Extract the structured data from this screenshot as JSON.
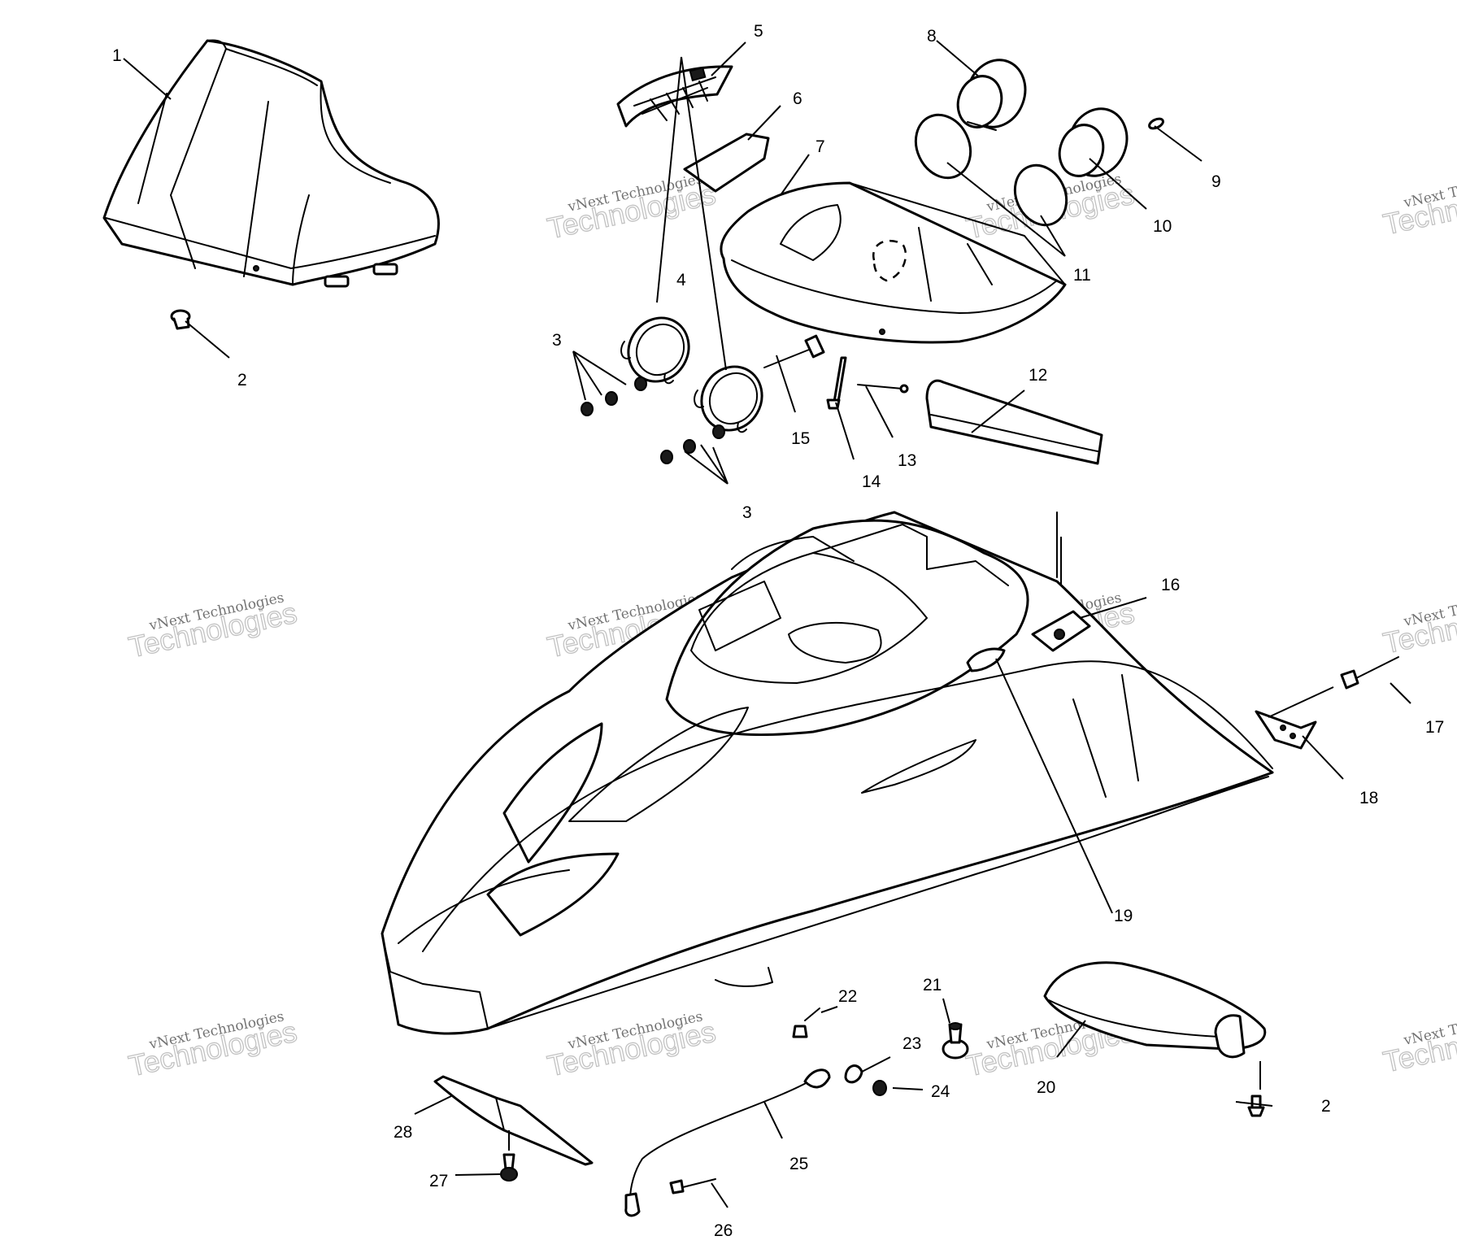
{
  "watermark": {
    "line1": "vNext Technologies",
    "line2": "Technologies",
    "ghost": "vNext"
  },
  "callouts": {
    "c1": "1",
    "c2a": "2",
    "c2b": "2",
    "c3a": "3",
    "c3b": "3",
    "c4": "4",
    "c5": "5",
    "c6": "6",
    "c7": "7",
    "c8": "8",
    "c9": "9",
    "c10": "10",
    "c11": "11",
    "c12": "12",
    "c13": "13",
    "c14": "14",
    "c15": "15",
    "c16": "16",
    "c17": "17",
    "c18": "18",
    "c19": "19",
    "c20": "20",
    "c21": "21",
    "c22": "22",
    "c23": "23",
    "c24": "24",
    "c25": "25",
    "c26": "26",
    "c27": "27",
    "c28": "28"
  }
}
